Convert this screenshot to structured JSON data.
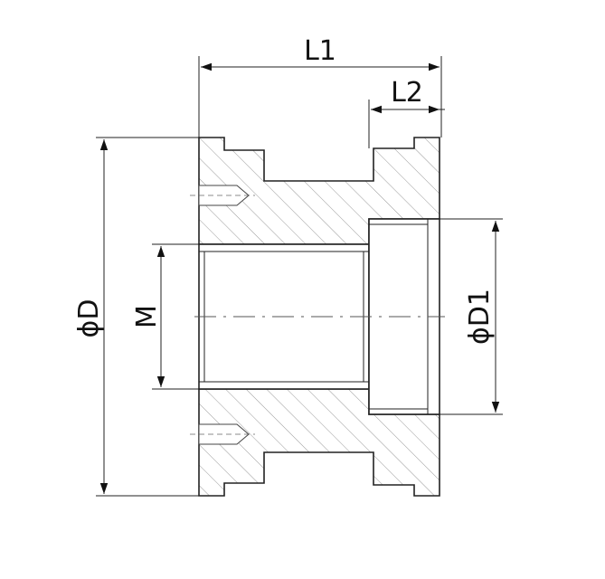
{
  "colors": {
    "line": "#222222",
    "hatch": "#9a9a9a",
    "background": "#ffffff"
  },
  "dimensions": {
    "L1": "L1",
    "L2": "L2",
    "D": "ϕD",
    "D1": "ϕD1",
    "M": "M"
  }
}
